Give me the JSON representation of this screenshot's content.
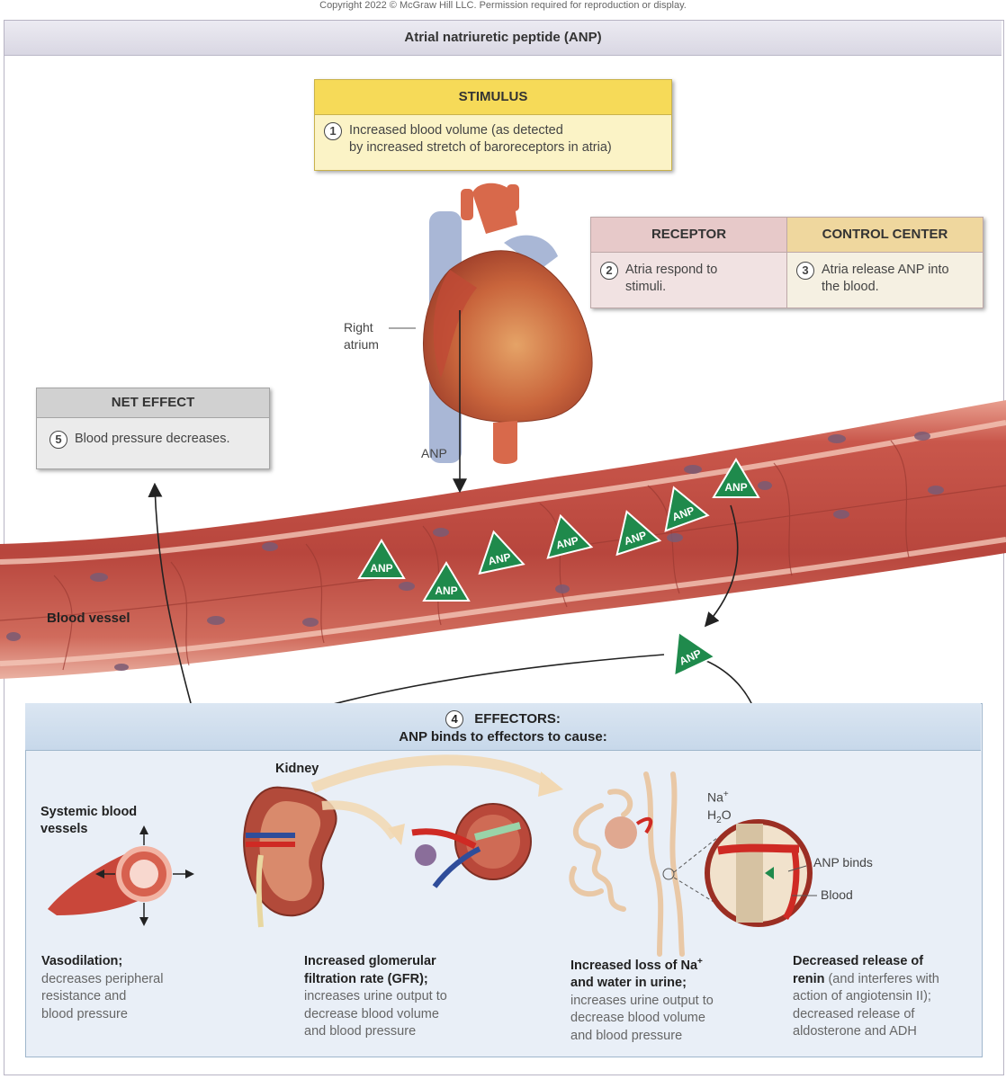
{
  "copyright": "Copyright 2022 © McGraw Hill LLC. Permission required for reproduction or display.",
  "title": "Atrial natriuretic peptide (ANP)",
  "stimulus": {
    "header": "STIMULUS",
    "number": "1",
    "text1": "Increased blood volume (as detected",
    "text2": "by increased stretch of baroreceptors in atria)"
  },
  "receptor": {
    "header": "RECEPTOR",
    "number": "2",
    "text1": "Atria respond to",
    "text2": "stimuli."
  },
  "control_center": {
    "header": "CONTROL CENTER",
    "number": "3",
    "text1": "Atria release ANP into",
    "text2": "the blood."
  },
  "net_effect": {
    "header": "NET EFFECT",
    "number": "5",
    "text": "Blood pressure decreases."
  },
  "labels": {
    "right_atrium_1": "Right",
    "right_atrium_2": "atrium",
    "anp_arrow": "ANP",
    "blood_vessel": "Blood vessel",
    "anp_tag": "ANP"
  },
  "effectors": {
    "number": "4",
    "title": "EFFECTORS:",
    "subtitle": "ANP binds to effectors to cause:",
    "kidney": "Kidney",
    "systemic_1": "Systemic blood",
    "systemic_2": "vessels",
    "na": "Na",
    "na_sup": "+",
    "h2o_1": "H",
    "h2o_sub": "2",
    "h2o_2": "O",
    "anp_binds": "ANP binds",
    "blood": "Blood"
  },
  "outcomes": [
    {
      "bold1": "Vasodilation;",
      "rest": [
        "decreases peripheral",
        "resistance and",
        "blood pressure"
      ]
    },
    {
      "bold1": "Increased glomerular",
      "bold2": "filtration rate (GFR);",
      "rest": [
        "increases urine output to",
        "decrease blood volume",
        "and blood pressure"
      ]
    },
    {
      "bold1a": "Increased loss of Na",
      "bold1sup": "+",
      "bold2": "and water in urine;",
      "rest": [
        "increases urine output to",
        "decrease blood volume",
        "and blood pressure"
      ]
    },
    {
      "bold1": "Decreased release of",
      "bold2": "renin",
      "tail2": " (and interferes with",
      "rest": [
        "action of angiotensin II);",
        "decreased release of",
        "aldosterone and ADH"
      ]
    }
  ],
  "colors": {
    "stimulus": "#f6da58",
    "receptor": "#e7c9c9",
    "control": "#efd79e",
    "net": "#d1d1d1",
    "effector": "#c7d8ea",
    "anp_green": "#1f8a4c",
    "vessel": "#c6554a"
  }
}
